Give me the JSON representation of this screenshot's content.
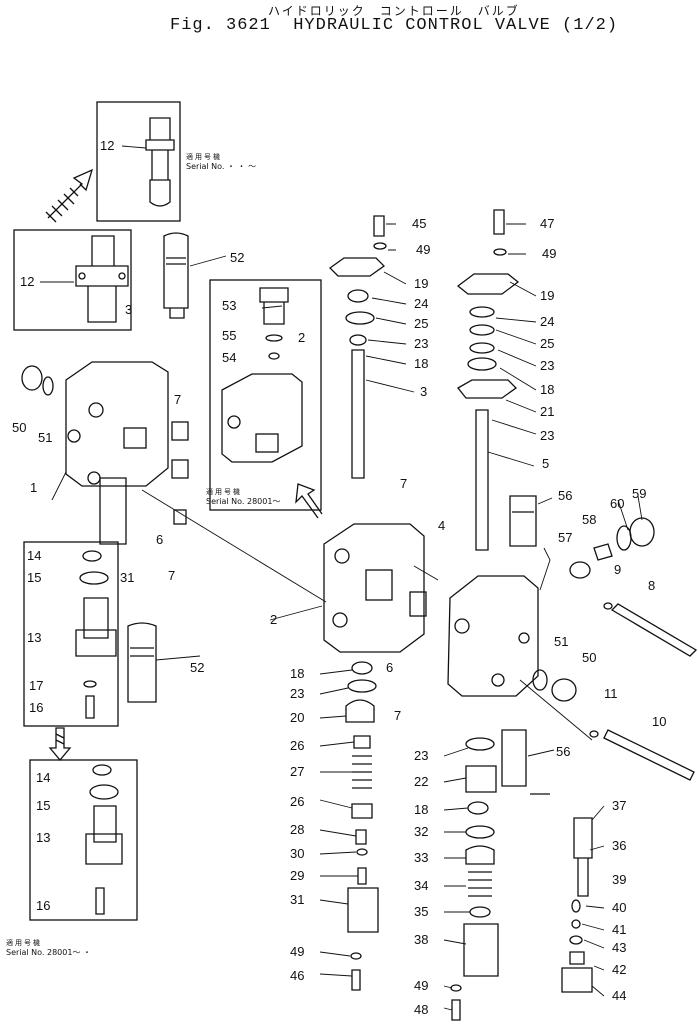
{
  "header": {
    "japanese_title": "ハイドロリック　コントロール　バルブ",
    "figure_title": "Fig. 3621  HYDRAULIC CONTROL VALVE (1/2)"
  },
  "notes": {
    "top": {
      "jp": "適用号機",
      "en": "Serial No.   ・ ・ ～"
    },
    "inset": {
      "jp": "適用号機",
      "en": "Serial No. 28001～"
    },
    "bottom": {
      "jp": "適用号機",
      "en": "Serial No. 28001～ ・"
    }
  },
  "callouts": [
    {
      "id": "c12a",
      "label": "12"
    },
    {
      "id": "c12b",
      "label": "12"
    },
    {
      "id": "c52a",
      "label": "52"
    },
    {
      "id": "c3a",
      "label": "3"
    },
    {
      "id": "c50a",
      "label": "50"
    },
    {
      "id": "c51a",
      "label": "51"
    },
    {
      "id": "c7a",
      "label": "7"
    },
    {
      "id": "c1",
      "label": "1"
    },
    {
      "id": "c6a",
      "label": "6"
    },
    {
      "id": "c7b",
      "label": "7"
    },
    {
      "id": "c31a",
      "label": "31"
    },
    {
      "id": "c14a",
      "label": "14"
    },
    {
      "id": "c15a",
      "label": "15"
    },
    {
      "id": "c13a",
      "label": "13"
    },
    {
      "id": "c17",
      "label": "17"
    },
    {
      "id": "c16a",
      "label": "16"
    },
    {
      "id": "c52b",
      "label": "52"
    },
    {
      "id": "c14b",
      "label": "14"
    },
    {
      "id": "c15b",
      "label": "15"
    },
    {
      "id": "c13b",
      "label": "13"
    },
    {
      "id": "c16b",
      "label": "16"
    },
    {
      "id": "c53",
      "label": "53"
    },
    {
      "id": "c55",
      "label": "55"
    },
    {
      "id": "c54",
      "label": "54"
    },
    {
      "id": "c2a",
      "label": "2"
    },
    {
      "id": "c45",
      "label": "45"
    },
    {
      "id": "c49a",
      "label": "49"
    },
    {
      "id": "c19a",
      "label": "19"
    },
    {
      "id": "c24a",
      "label": "24"
    },
    {
      "id": "c25a",
      "label": "25"
    },
    {
      "id": "c23a",
      "label": "23"
    },
    {
      "id": "c18a",
      "label": "18"
    },
    {
      "id": "c3b",
      "label": "3"
    },
    {
      "id": "c47",
      "label": "47"
    },
    {
      "id": "c49b",
      "label": "49"
    },
    {
      "id": "c19b",
      "label": "19"
    },
    {
      "id": "c24b",
      "label": "24"
    },
    {
      "id": "c25b",
      "label": "25"
    },
    {
      "id": "c23b",
      "label": "23"
    },
    {
      "id": "c18b",
      "label": "18"
    },
    {
      "id": "c21",
      "label": "21"
    },
    {
      "id": "c23c",
      "label": "23"
    },
    {
      "id": "c5",
      "label": "5"
    },
    {
      "id": "c7c",
      "label": "7"
    },
    {
      "id": "c2b",
      "label": "2"
    },
    {
      "id": "c6b",
      "label": "6"
    },
    {
      "id": "c7d",
      "label": "7"
    },
    {
      "id": "c4",
      "label": "4"
    },
    {
      "id": "c56a",
      "label": "56"
    },
    {
      "id": "c60",
      "label": "60"
    },
    {
      "id": "c59",
      "label": "59"
    },
    {
      "id": "c58",
      "label": "58"
    },
    {
      "id": "c57",
      "label": "57"
    },
    {
      "id": "c9",
      "label": "9"
    },
    {
      "id": "c8",
      "label": "8"
    },
    {
      "id": "c51b",
      "label": "51"
    },
    {
      "id": "c50b",
      "label": "50"
    },
    {
      "id": "c11",
      "label": "11"
    },
    {
      "id": "c10",
      "label": "10"
    },
    {
      "id": "c18c",
      "label": "18"
    },
    {
      "id": "c23d",
      "label": "23"
    },
    {
      "id": "c20",
      "label": "20"
    },
    {
      "id": "c26a",
      "label": "26"
    },
    {
      "id": "c27",
      "label": "27"
    },
    {
      "id": "c26b",
      "label": "26"
    },
    {
      "id": "c28",
      "label": "28"
    },
    {
      "id": "c30",
      "label": "30"
    },
    {
      "id": "c29",
      "label": "29"
    },
    {
      "id": "c31b",
      "label": "31"
    },
    {
      "id": "c49c",
      "label": "49"
    },
    {
      "id": "c46",
      "label": "46"
    },
    {
      "id": "c23e",
      "label": "23"
    },
    {
      "id": "c56b",
      "label": "56"
    },
    {
      "id": "c22",
      "label": "22"
    },
    {
      "id": "c18d",
      "label": "18"
    },
    {
      "id": "c32",
      "label": "32"
    },
    {
      "id": "c33",
      "label": "33"
    },
    {
      "id": "c34",
      "label": "34"
    },
    {
      "id": "c35",
      "label": "35"
    },
    {
      "id": "c38",
      "label": "38"
    },
    {
      "id": "c49d",
      "label": "49"
    },
    {
      "id": "c48",
      "label": "48"
    },
    {
      "id": "c37",
      "label": "37"
    },
    {
      "id": "c36",
      "label": "36"
    },
    {
      "id": "c39",
      "label": "39"
    },
    {
      "id": "c40",
      "label": "40"
    },
    {
      "id": "c41",
      "label": "41"
    },
    {
      "id": "c43",
      "label": "43"
    },
    {
      "id": "c42",
      "label": "42"
    },
    {
      "id": "c44",
      "label": "44"
    }
  ]
}
